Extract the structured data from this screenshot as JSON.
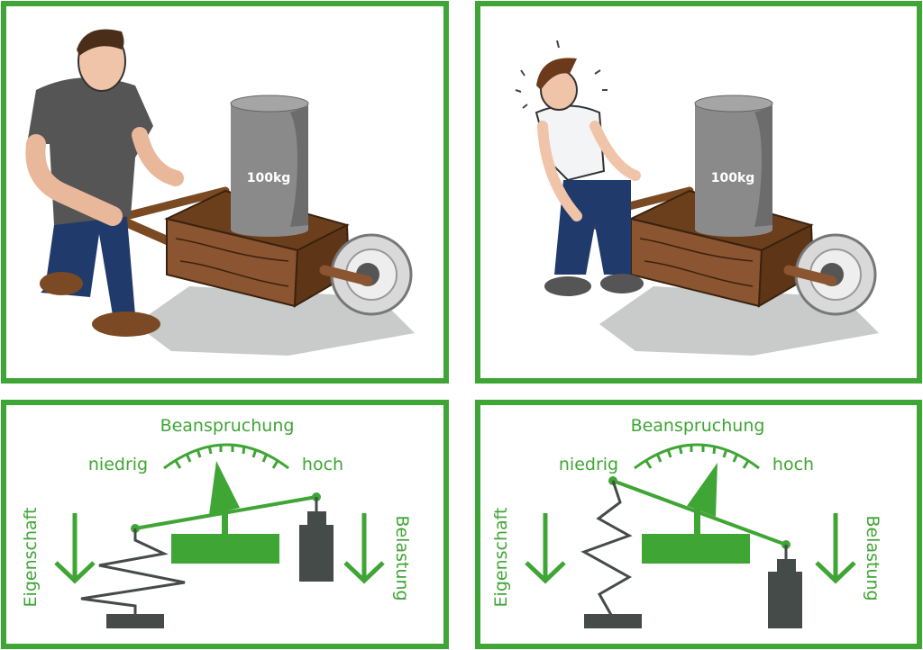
{
  "panels": {
    "top_left": {
      "weight_label": "100kg"
    },
    "top_right": {
      "weight_label": "100kg"
    },
    "bottom_left": {
      "title": "Beanspruchung",
      "low": "niedrig",
      "high": "hoch",
      "left_label": "Eigenschaft",
      "right_label": "Belastung"
    },
    "bottom_right": {
      "title": "Beanspruchung",
      "low": "niedrig",
      "high": "hoch",
      "left_label": "Eigenschaft",
      "right_label": "Belastung"
    }
  },
  "colors": {
    "green": "#3fa535",
    "dark": "#454b48",
    "wood": "#7a4a22",
    "weight": "#8a8a8a"
  }
}
